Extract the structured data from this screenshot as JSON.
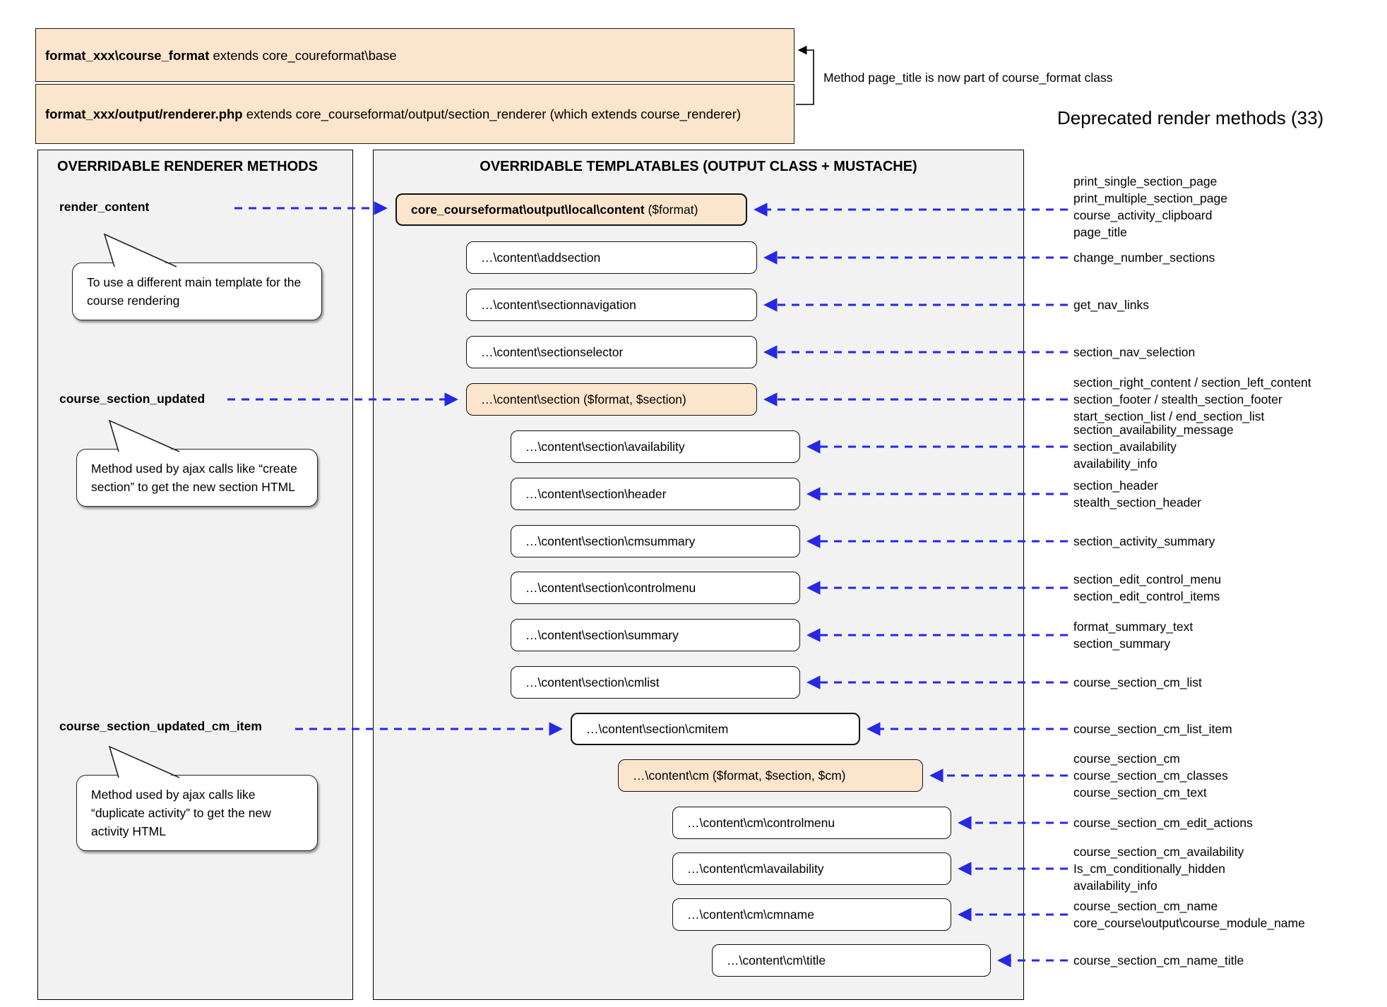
{
  "top": {
    "box1_bold": "format_xxx\\course_format",
    "box1_rest": " extends core_coureformat\\base",
    "box2_bold": "format_xxx/output/renderer.php",
    "box2_rest": " extends core_courseformat/output/section_renderer (which extends course_renderer)",
    "note": "Method page_title is now part of course_format class"
  },
  "deprecated_heading": "Deprecated render methods (33)",
  "left_panel": {
    "title": "OVERRIDABLE RENDERER METHODS",
    "methods": [
      {
        "name": "render_content",
        "note": "To use a different main template for the course rendering"
      },
      {
        "name": "course_section_updated",
        "note": "Method used by ajax calls like “create section” to get the new section HTML"
      },
      {
        "name": "course_section_updated_cm_item",
        "note": "Method used by ajax calls like “duplicate activity” to get the new activity HTML"
      }
    ]
  },
  "middle_panel": {
    "title": "OVERRIDABLE TEMPLATABLES (OUTPUT CLASS + MUSTACHE)",
    "boxes": [
      {
        "label_bold": "core_courseformat\\output\\local\\content",
        "params": " ($format)"
      },
      {
        "label": "…\\content\\addsection"
      },
      {
        "label": "…\\content\\sectionnavigation"
      },
      {
        "label": "…\\content\\sectionselector"
      },
      {
        "label": "…\\content\\section ($format, $section)"
      },
      {
        "label": "…\\content\\section\\availability"
      },
      {
        "label": "…\\content\\section\\header"
      },
      {
        "label": "…\\content\\section\\cmsummary"
      },
      {
        "label": "…\\content\\section\\controlmenu"
      },
      {
        "label": "…\\content\\section\\summary"
      },
      {
        "label": "…\\content\\section\\cmlist"
      },
      {
        "label": "…\\content\\section\\cmitem"
      },
      {
        "label": "…\\content\\cm ($format, $section, $cm)"
      },
      {
        "label": "…\\content\\cm\\controlmenu"
      },
      {
        "label": "…\\content\\cm\\availability"
      },
      {
        "label": "…\\content\\cm\\cmname"
      },
      {
        "label": "…\\content\\cm\\title"
      }
    ]
  },
  "right_list": {
    "groups": [
      {
        "lines": [
          "print_single_section_page",
          "print_multiple_section_page",
          "course_activity_clipboard",
          "page_title"
        ]
      },
      {
        "lines": [
          "change_number_sections"
        ]
      },
      {
        "lines": [
          "get_nav_links"
        ]
      },
      {
        "lines": [
          "section_nav_selection"
        ]
      },
      {
        "lines": [
          "section_right_content / section_left_content",
          "section_footer / stealth_section_footer",
          "start_section_list / end_section_list"
        ]
      },
      {
        "lines": [
          "section_availability_message",
          "section_availability",
          "availability_info"
        ]
      },
      {
        "lines": [
          "section_header",
          "stealth_section_header"
        ]
      },
      {
        "lines": [
          "section_activity_summary"
        ]
      },
      {
        "lines": [
          "section_edit_control_menu",
          "section_edit_control_items"
        ]
      },
      {
        "lines": [
          "format_summary_text",
          "section_summary"
        ]
      },
      {
        "lines": [
          "course_section_cm_list"
        ]
      },
      {
        "lines": [
          "course_section_cm_list_item"
        ]
      },
      {
        "lines": [
          "course_section_cm",
          "course_section_cm_classes",
          "course_section_cm_text"
        ]
      },
      {
        "lines": [
          "course_section_cm_edit_actions"
        ]
      },
      {
        "lines": [
          "course_section_cm_availability",
          "Is_cm_conditionally_hidden",
          "availability_info"
        ]
      },
      {
        "lines": [
          "course_section_cm_name",
          "core_course\\output\\course_module_name"
        ]
      },
      {
        "lines": [
          "course_section_cm_name_title"
        ]
      }
    ]
  },
  "colors": {
    "accent_blue": "#2727e6",
    "box_orange": "#fce5cd",
    "panel_gray": "#f2f2f2"
  }
}
